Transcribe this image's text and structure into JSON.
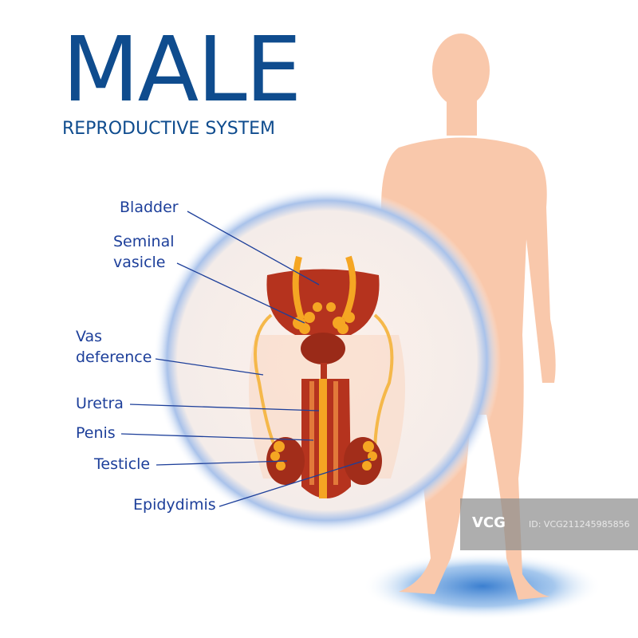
{
  "title": "MALE",
  "subtitle": "REPRODUCTIVE SYSTEM",
  "labels": {
    "bladder": "Bladder",
    "seminal_line1": "Seminal",
    "seminal_line2": "vasicle",
    "vas_line1": "Vas",
    "vas_line2": "deference",
    "uretra": "Uretra",
    "penis": "Penis",
    "testicle": "Testicle",
    "epidydimis": "Epidydimis"
  },
  "watermark": {
    "logo": "VCG",
    "id": "ID: VCG211245985856"
  },
  "colors": {
    "title": "#0f4c8e",
    "label": "#1d3f9a",
    "skin": "#f9c5a8",
    "organ": "#b5331e",
    "gland": "#f5a623"
  }
}
